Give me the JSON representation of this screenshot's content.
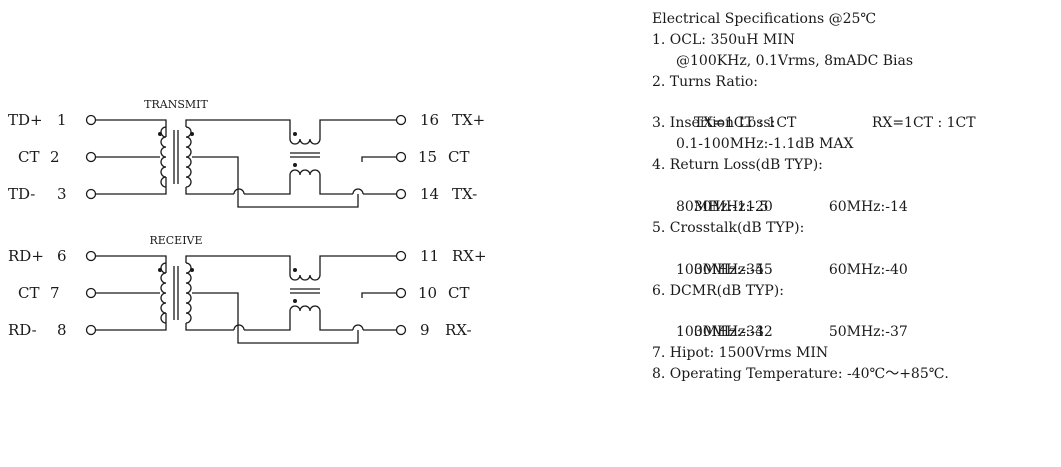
{
  "schematic": {
    "transmit": {
      "title": "TRANSMIT",
      "left_pins": [
        {
          "label": "TD+",
          "num": "1"
        },
        {
          "label": "CT",
          "num": "2"
        },
        {
          "label": "TD-",
          "num": "3"
        }
      ],
      "right_pins": [
        {
          "num": "16",
          "label": "TX+"
        },
        {
          "num": "15",
          "label": "CT"
        },
        {
          "num": "14",
          "label": "TX-"
        }
      ]
    },
    "receive": {
      "title": "RECEIVE",
      "left_pins": [
        {
          "label": "RD+",
          "num": "6"
        },
        {
          "label": "CT",
          "num": "7"
        },
        {
          "label": "RD-",
          "num": "8"
        }
      ],
      "right_pins": [
        {
          "num": "11",
          "label": "RX+"
        },
        {
          "num": "10",
          "label": "CT"
        },
        {
          "num": "9",
          "label": "RX-"
        }
      ]
    }
  },
  "specs": {
    "title": "Electrical Specifications @25℃",
    "ocl_heading": "1. OCL: 350uH MIN",
    "ocl_condition": "@100KHz, 0.1Vrms, 8mADC Bias",
    "turns_heading": "2. Turns Ratio:",
    "turns_tx": "TX=1CT : 1CT",
    "turns_rx": "RX=1CT : 1CT",
    "insertion_heading": "3. Insertion Loss:",
    "insertion_value": "0.1-100MHz:-1.1dB MAX",
    "return_heading": "4. Return Loss(dB TYP):",
    "return_30": "30MHz:-20",
    "return_60": "60MHz:-14",
    "return_80": "80MHz:-11.5",
    "crosstalk_heading": "5. Crosstalk(dB TYP):",
    "crosstalk_30": "30MHz:-45",
    "crosstalk_60": "60MHz:-40",
    "crosstalk_100": "100MHz:-35",
    "dcmr_heading": "6. DCMR(dB TYP):",
    "dcmr_30": "30MHz:-42",
    "dcmr_50": "50MHz:-37",
    "dcmr_100": "100MHz:-33",
    "hipot": "7. Hipot: 1500Vrms MIN",
    "operating_temp": "8. Operating Temperature: -40℃～+85℃."
  },
  "colors": {
    "ink": "#1a1a1a",
    "background": "#ffffff"
  }
}
